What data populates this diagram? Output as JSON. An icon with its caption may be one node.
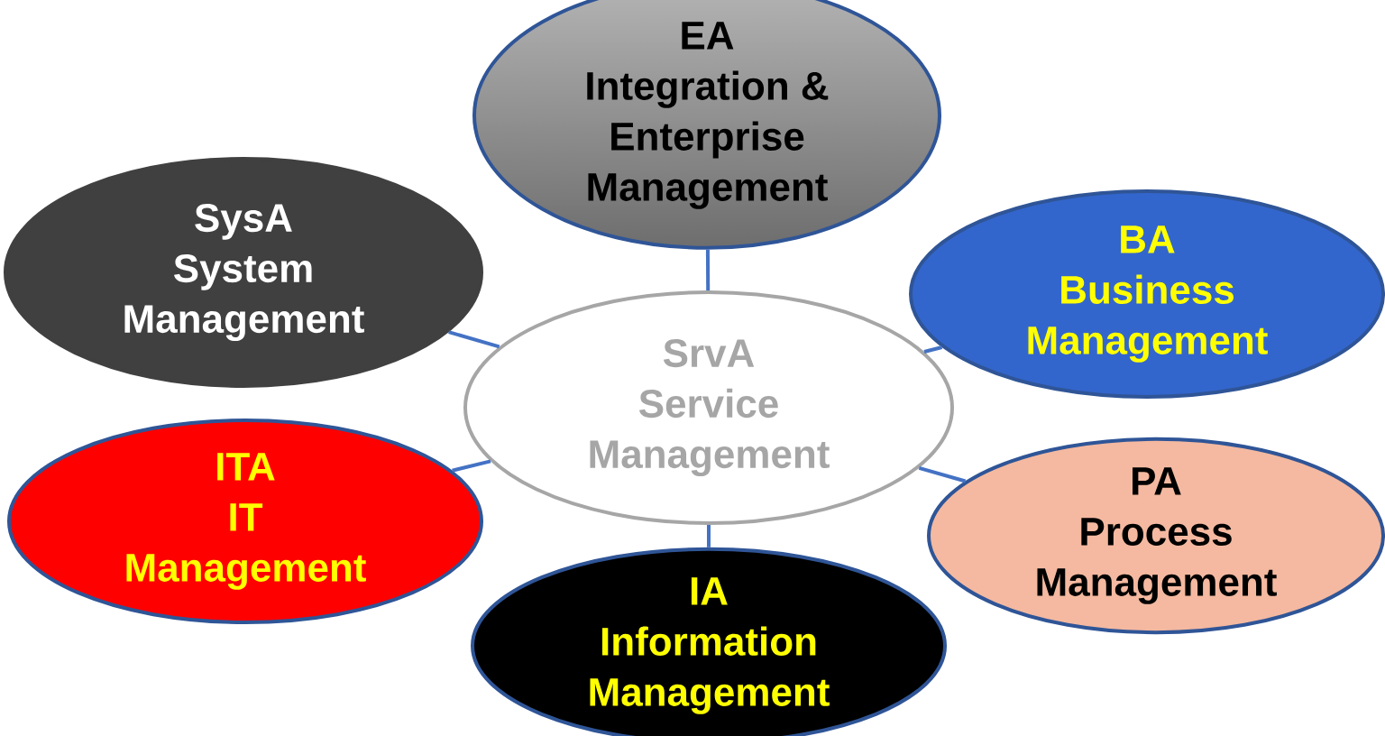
{
  "diagram": {
    "nodes": [
      {
        "text": [
          "EA",
          "Integration & Enterprise Management"
        ]
      },
      {
        "text": [
          "SysA",
          "System Management"
        ]
      },
      {
        "text": [
          "BA",
          "Business Management"
        ]
      },
      {
        "text": [
          "SrvA",
          "Service Management"
        ]
      },
      {
        "text": [
          "ITA",
          "IT Management"
        ]
      },
      {
        "text": [
          "PA",
          "Process Management"
        ]
      },
      {
        "text": [
          "IA",
          "Information Management"
        ]
      }
    ],
    "edges": [
      {
        "from": 3,
        "to": 0,
        "arrow": "none"
      },
      {
        "from": 3,
        "to": 1,
        "arrow": "none"
      },
      {
        "from": 3,
        "to": 2,
        "arrow": "none"
      },
      {
        "from": 3,
        "to": 4,
        "arrow": "none"
      },
      {
        "from": 3,
        "to": 5,
        "arrow": "none"
      },
      {
        "from": 3,
        "to": 6,
        "arrow": "none"
      }
    ]
  }
}
